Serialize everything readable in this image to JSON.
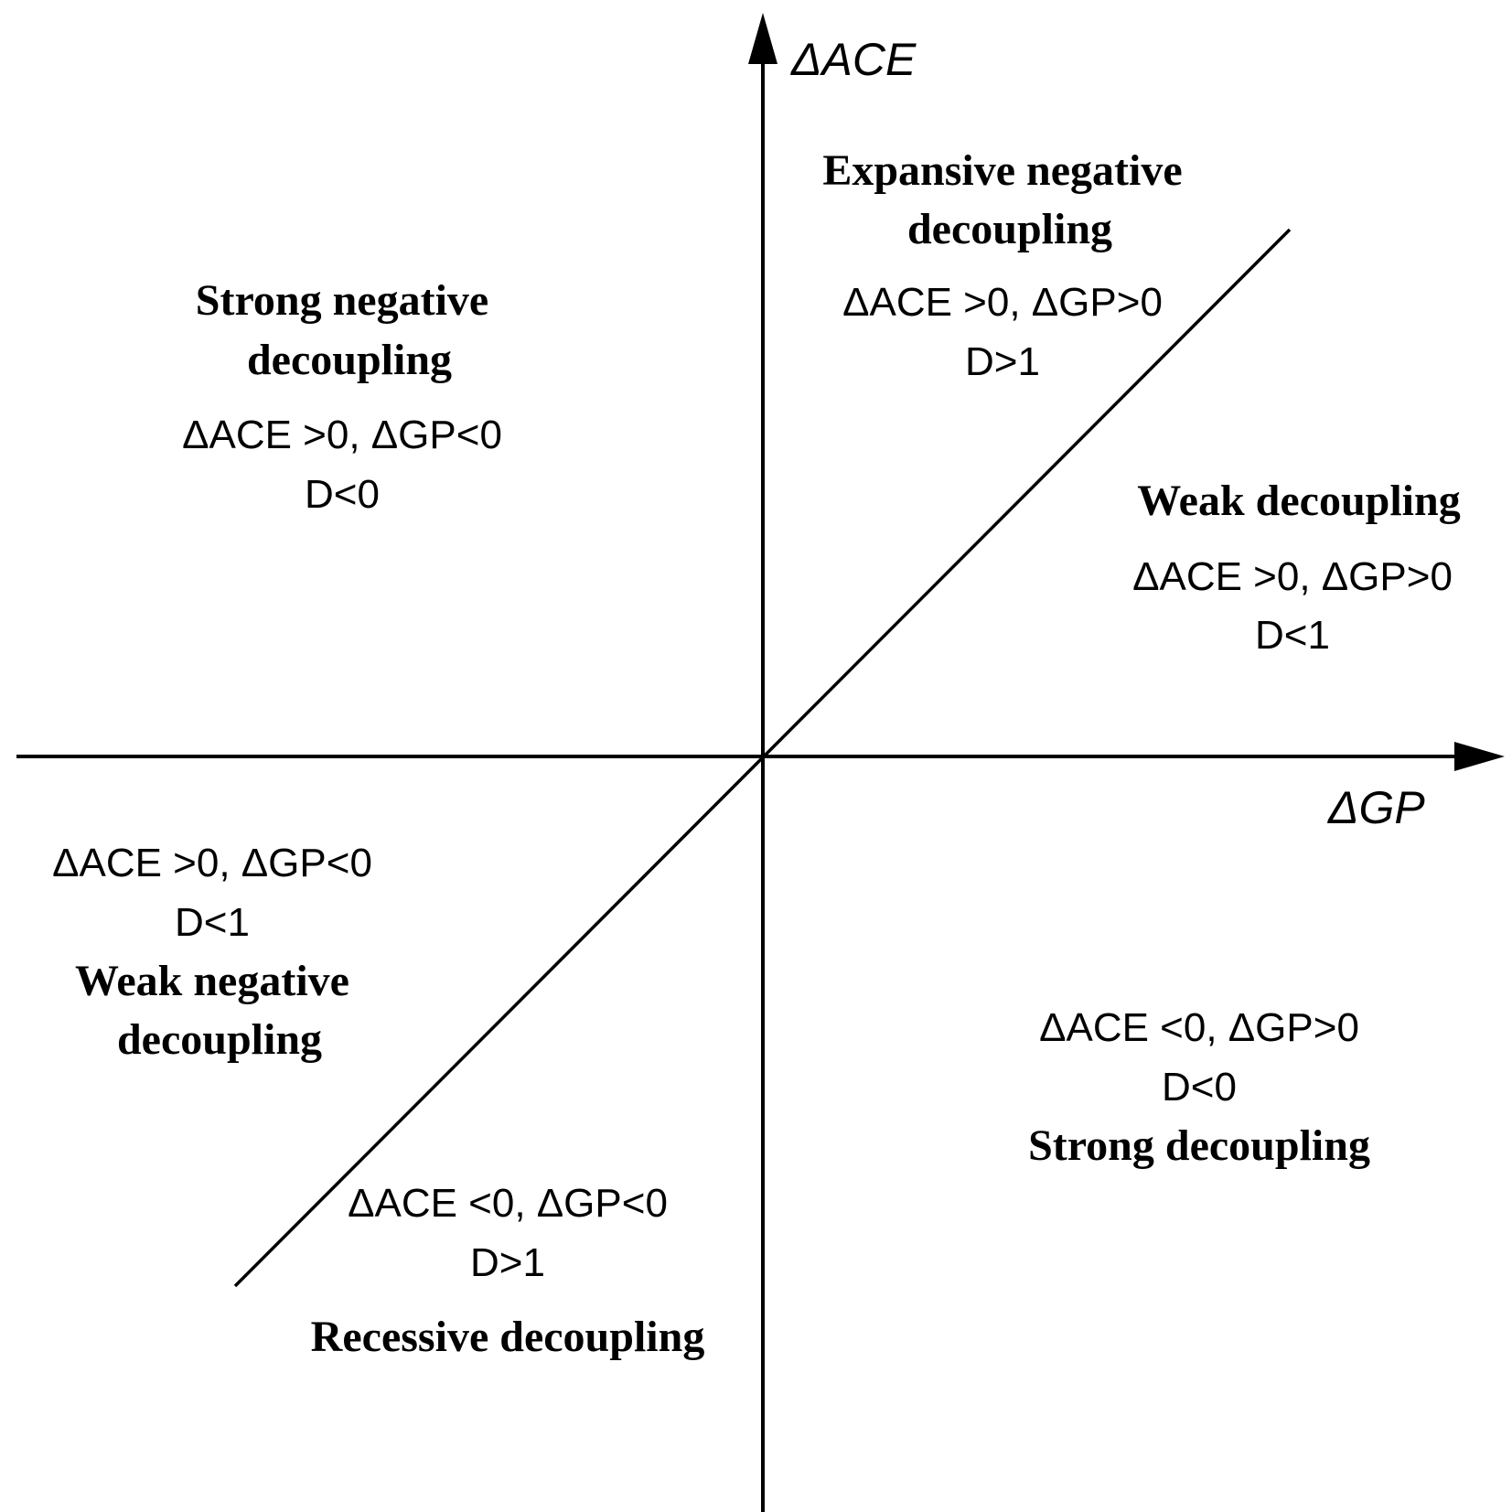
{
  "axes": {
    "y_label": "ΔACE",
    "x_label": "ΔGP"
  },
  "regions": {
    "expansive_negative": {
      "title_lines": [
        "Expansive negative",
        "decoupling"
      ],
      "condition": "ΔACE >0, ΔGP>0",
      "d_value": "D>1"
    },
    "strong_negative": {
      "title_lines": [
        "Strong negative",
        "decoupling"
      ],
      "condition": "ΔACE >0, ΔGP<0",
      "d_value": "D<0"
    },
    "weak": {
      "title_lines": [
        "Weak decoupling"
      ],
      "condition": "ΔACE >0, ΔGP>0",
      "d_value": "D<1"
    },
    "weak_negative": {
      "title_lines": [
        "Weak negative",
        "decoupling"
      ],
      "condition": "ΔACE >0, ΔGP<0",
      "d_value": "D<1"
    },
    "strong": {
      "title_lines": [
        "Strong decoupling"
      ],
      "condition": "ΔACE <0, ΔGP>0",
      "d_value": "D<0"
    },
    "recessive": {
      "title_lines": [
        "Recessive decoupling"
      ],
      "condition": "ΔACE <0, ΔGP<0",
      "d_value": "D>1"
    }
  }
}
